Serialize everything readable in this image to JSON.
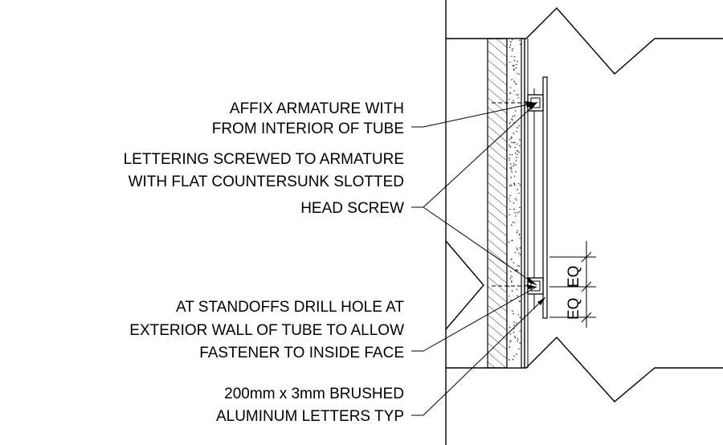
{
  "notes": [
    {
      "lines": [
        "AFFIX ARMATURE  WITH",
        "FROM INTERIOR OF TUBE"
      ]
    },
    {
      "lines": [
        "LETTERING SCREWED TO ARMATURE",
        "WITH FLAT COUNTERSUNK SLOTTED",
        "HEAD SCREW"
      ]
    },
    {
      "lines": [
        "AT STANDOFFS DRILL HOLE AT",
        "EXTERIOR WALL OF TUBE TO ALLOW",
        "FASTENER TO INSIDE FACE"
      ]
    },
    {
      "lines": [
        "200mm x 3mm  BRUSHED",
        "ALUMINUM LETTERS TYP"
      ]
    }
  ],
  "dimensions": {
    "upper": "EQ",
    "lower": "EQ"
  }
}
